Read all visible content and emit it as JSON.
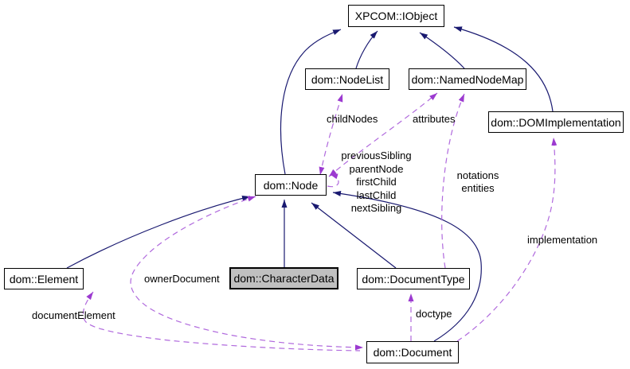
{
  "diagram": {
    "type": "class-collaboration-graph",
    "nodes": {
      "iobject": {
        "label": "XPCOM::IObject"
      },
      "nodelist": {
        "label": "dom::NodeList"
      },
      "namednodemap": {
        "label": "dom::NamedNodeMap"
      },
      "domimplementation": {
        "label": "dom::DOMImplementation"
      },
      "node": {
        "label": "dom::Node"
      },
      "element": {
        "label": "dom::Element"
      },
      "characterdata": {
        "label": "dom::CharacterData",
        "highlighted": true
      },
      "documenttype": {
        "label": "dom::DocumentType"
      },
      "document": {
        "label": "dom::Document"
      }
    },
    "edge_labels": {
      "childnodes": {
        "text": "childNodes"
      },
      "attributes": {
        "text": "attributes"
      },
      "siblings": {
        "lines": [
          "previousSibling",
          "parentNode",
          "firstChild",
          "lastChild",
          "nextSibling"
        ]
      },
      "notations": {
        "lines": [
          "notations",
          "entities"
        ]
      },
      "implementation": {
        "text": "implementation"
      },
      "ownerdocument": {
        "text": "ownerDocument"
      },
      "documentelement": {
        "text": "documentElement"
      },
      "doctype": {
        "text": "doctype"
      }
    },
    "colors": {
      "inheritance_edge": "#191970",
      "usage_edge_line": "#b069dd",
      "usage_edge_arrow": "#9c3ad0",
      "node_border": "#000000",
      "node_fill": "#ffffff",
      "highlight_fill": "#c0c0c0"
    }
  }
}
